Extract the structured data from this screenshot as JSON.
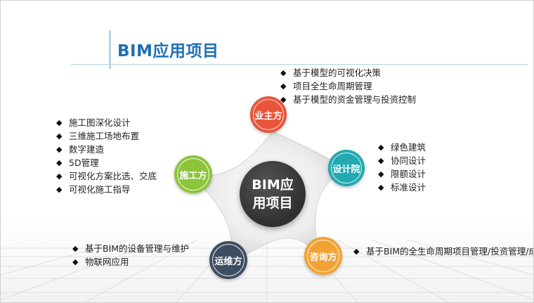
{
  "title": "BIM应用项目",
  "center": {
    "line1": "BIM应",
    "line2": "用项目"
  },
  "nodes": {
    "owner": {
      "label": "业主方",
      "color": "#e8553a"
    },
    "design": {
      "label": "设计院",
      "color": "#22a9b1"
    },
    "consult": {
      "label": "咨询方",
      "color": "#f2a233"
    },
    "ops": {
      "label": "运维方",
      "color": "#3d4e61"
    },
    "construct": {
      "label": "施工方",
      "color": "#8cc43c"
    }
  },
  "lists": {
    "owner": [
      "基于模型的可视化决策",
      "项目全生命周期管理",
      "基于模型的资金管理与投资控制"
    ],
    "design": [
      "绿色建筑",
      "协同设计",
      "限额设计",
      "标准设计"
    ],
    "construct": [
      "施工图深化设计",
      "三维施工场地布置",
      "数字建造",
      "5D管理",
      "可视化方案比选、交底",
      "可视化施工指导"
    ],
    "ops": [
      "基于BIM的设备管理与维护",
      "物联网应用"
    ],
    "consult": [
      "基于BIM的全生命周期项目管理/投资管理/成本管理"
    ]
  }
}
